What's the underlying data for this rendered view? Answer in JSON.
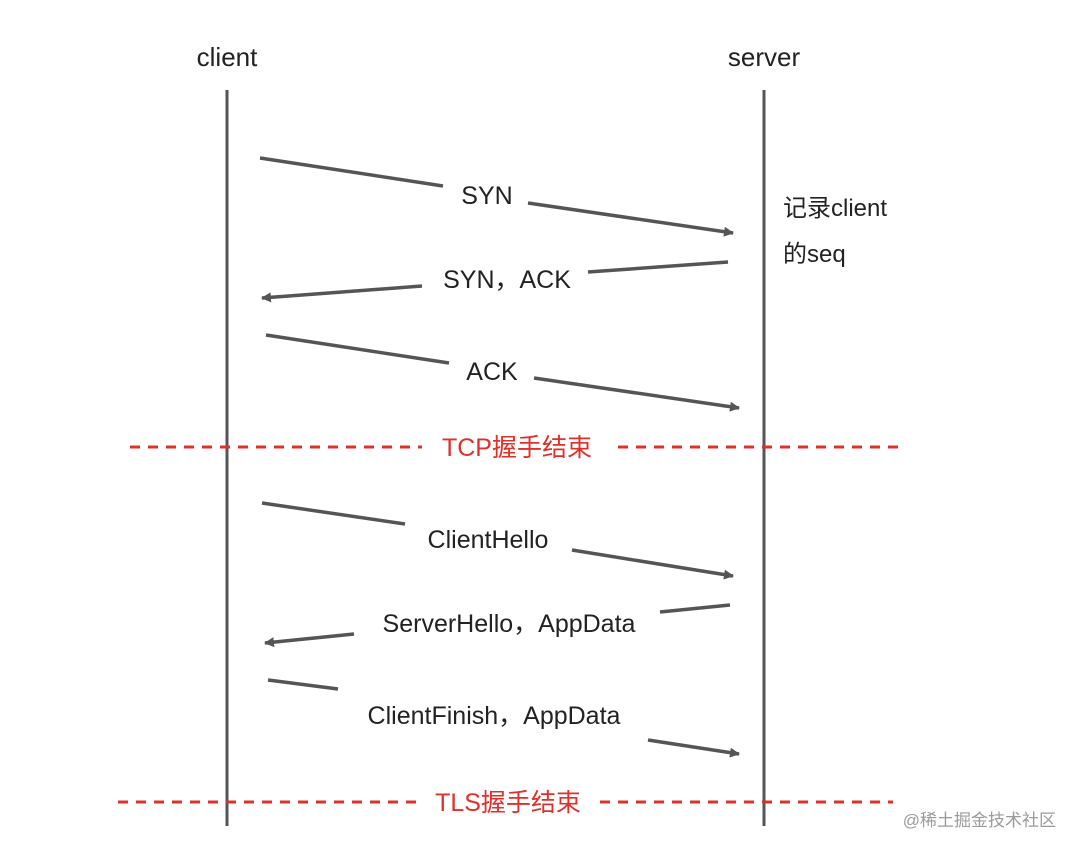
{
  "participants": {
    "client": "client",
    "server": "server"
  },
  "messages": [
    {
      "label": "SYN",
      "from": "client",
      "to": "server"
    },
    {
      "label": "SYN，ACK",
      "from": "server",
      "to": "client"
    },
    {
      "label": "ACK",
      "from": "client",
      "to": "server"
    },
    {
      "label": "ClientHello",
      "from": "client",
      "to": "server"
    },
    {
      "label": "ServerHello，AppData",
      "from": "server",
      "to": "client"
    },
    {
      "label": "ClientFinish，AppData",
      "from": "client",
      "to": "server"
    }
  ],
  "note": {
    "line1": "记录client",
    "line2": "的seq"
  },
  "separators": {
    "tcp": "TCP握手结束",
    "tls": "TLS握手结束"
  },
  "watermark": "@稀土掘金技术社区",
  "colors": {
    "lifeline": "#555555",
    "arrow": "#555555",
    "separator": "#e0302a",
    "text": "#222222"
  }
}
